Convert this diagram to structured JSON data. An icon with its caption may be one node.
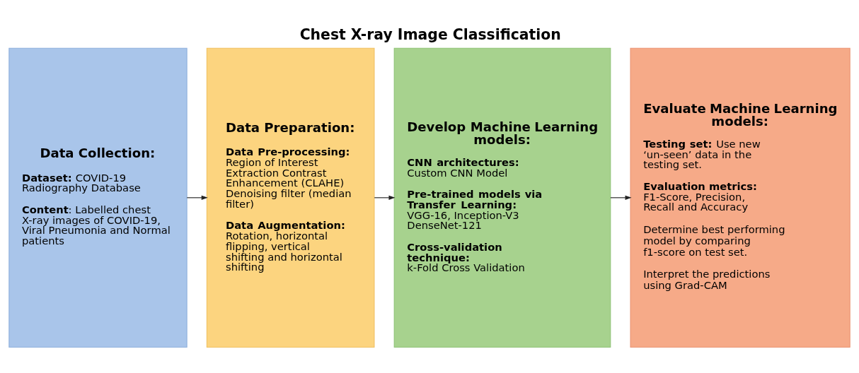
{
  "diagram": {
    "title": "Chest X-ray Image Classification",
    "nodes": [
      {
        "text": [
          "Data Collection:",
          "**Dataset:** COVID-19 Radiography Database",
          "**Content**: Labelled chest X-ray images of COVID-19, Viral Pneumonia and Normal patients"
        ]
      },
      {
        "text": [
          "Data Preparation:",
          "**Data Pre-processing:** Region of Interest Extraction Contrast Enhancement (CLAHE) Denoising filter (median filter)",
          "**Data Augmentation:** Rotation, horizontal flipping, vertical shifting and horizontal shifting"
        ]
      },
      {
        "text": [
          "Develop Machine Learning models:",
          "**CNN architectures:** Custom CNN Model",
          "**Pre-trained models via Transfer Learning:** VGG-16, Inception-V3 DenseNet-121",
          "**Cross-validation technique:** k-Fold Cross Validation"
        ]
      },
      {
        "text": [
          "Evaluate Machine Learning models:",
          "**Testing set:** Use new ‘un-seen’ data in the testing set.",
          "**Evaluation metrics:** F1-Score, Precision, Recall and Accuracy",
          "Determine best performing model by comparing f1-score on test set.",
          "Interpret the predictions using Grad-CAM"
        ]
      }
    ],
    "edges": [
      {
        "from": 0,
        "to": 1,
        "arrow": "to"
      },
      {
        "from": 1,
        "to": 2,
        "arrow": "to"
      },
      {
        "from": 2,
        "to": 3,
        "arrow": "to"
      }
    ]
  }
}
